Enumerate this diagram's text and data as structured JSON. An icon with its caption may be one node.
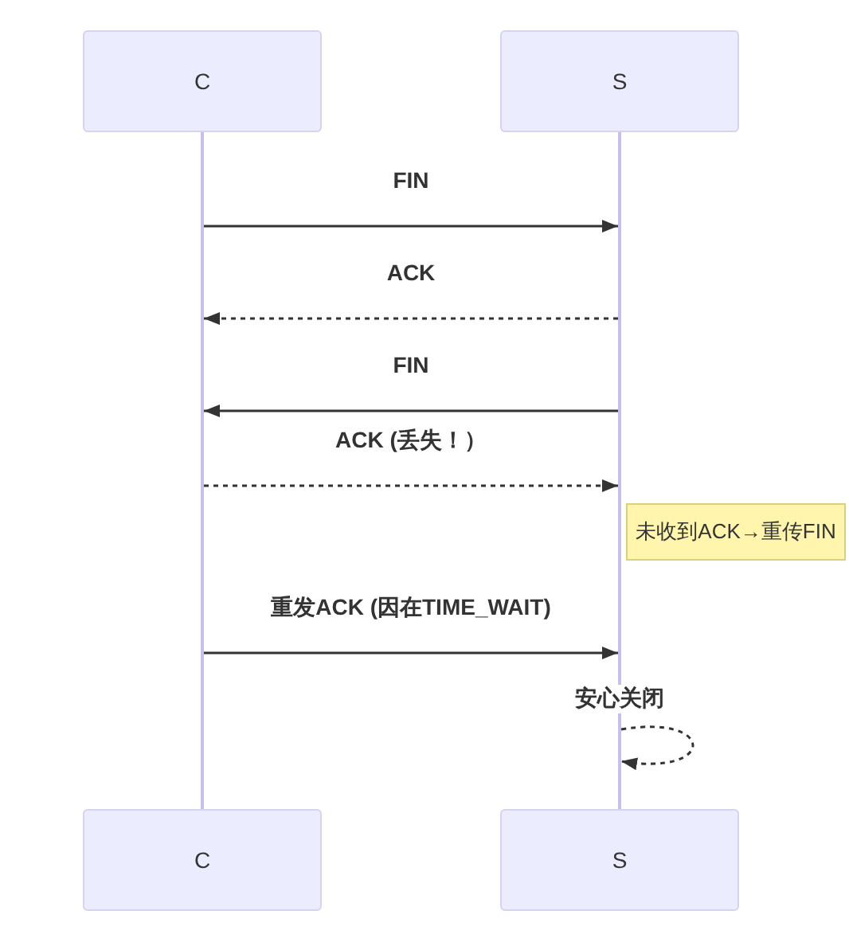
{
  "diagram": {
    "nodes": [
      {
        "text": [
          "C"
        ]
      },
      {
        "text": [
          "S"
        ]
      },
      {
        "text": [],
        "shape": "line"
      },
      {
        "text": [],
        "shape": "line"
      },
      {
        "text": [
          "C"
        ]
      },
      {
        "text": [
          "S"
        ]
      },
      {
        "text": [
          "未收到ACK→重传FIN"
        ]
      }
    ],
    "edges": [
      {
        "from": 2,
        "to": 3,
        "arrow": "to",
        "label": "FIN"
      },
      {
        "from": 3,
        "to": 2,
        "arrow": "to",
        "label": "ACK",
        "style": "dashed"
      },
      {
        "from": 3,
        "to": 2,
        "arrow": "to",
        "label": "FIN"
      },
      {
        "from": 2,
        "to": 3,
        "arrow": "to",
        "label": "ACK (丢失！）",
        "style": "dashed"
      },
      {
        "from": 2,
        "to": 3,
        "arrow": "to",
        "label": "重发ACK (因在TIME_WAIT)"
      },
      {
        "from": 3,
        "to": 3,
        "arrow": "to",
        "label": "安心关闭",
        "style": "dashed"
      }
    ]
  }
}
